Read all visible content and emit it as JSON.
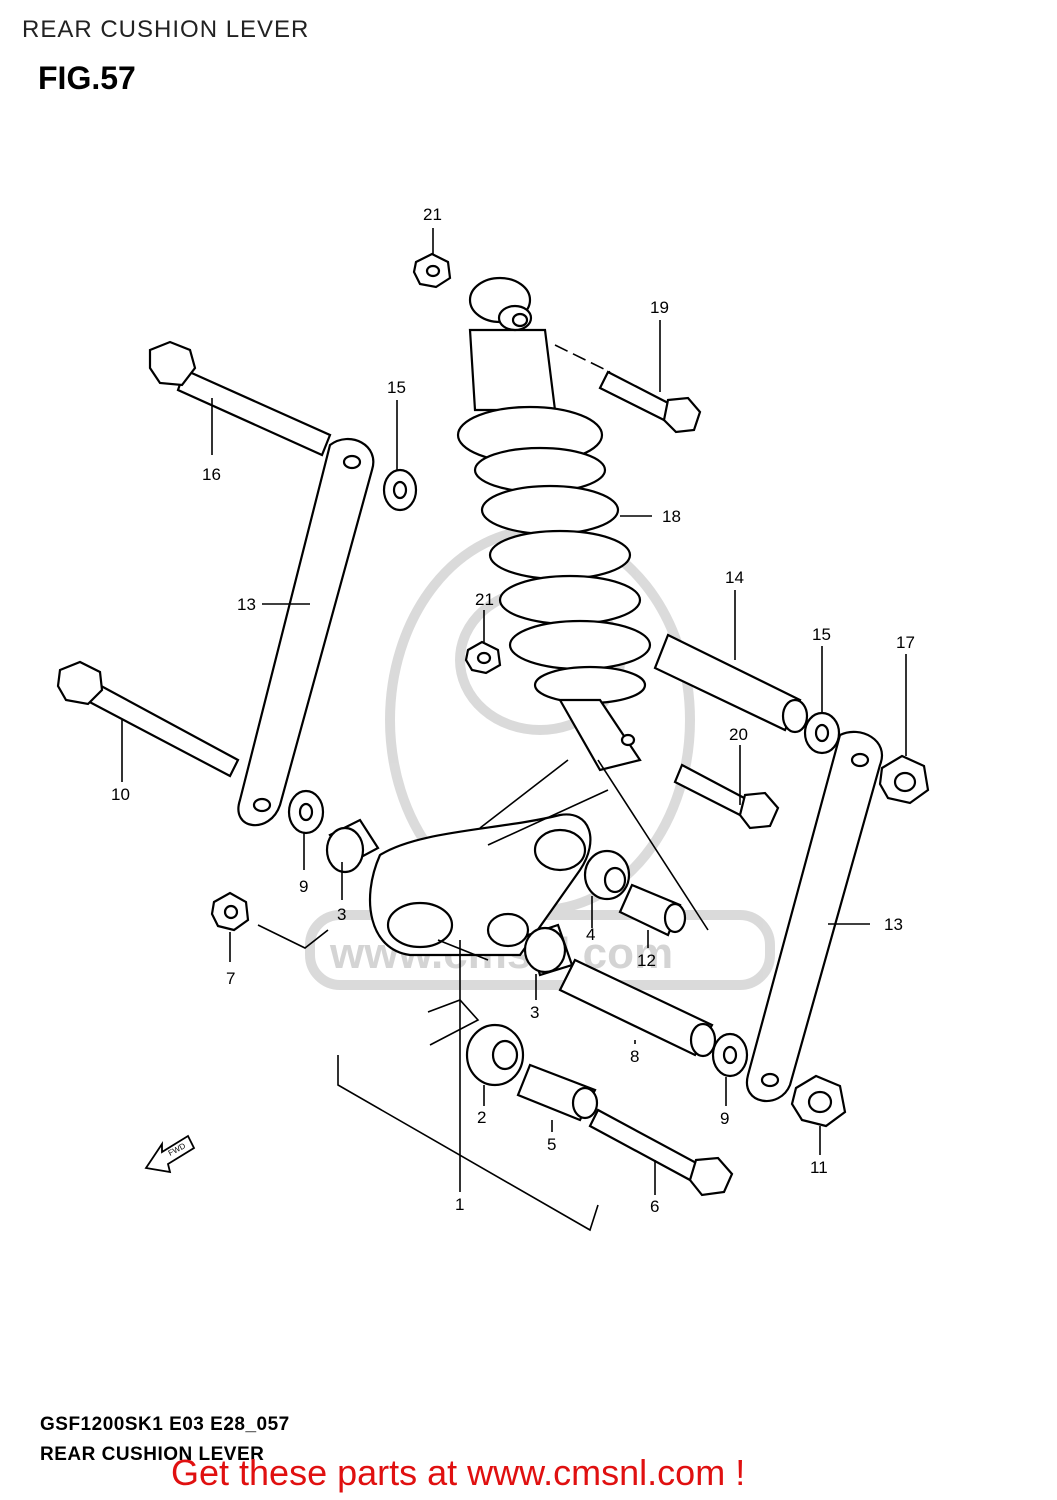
{
  "header": {
    "section_title": "REAR CUSHION LEVER",
    "figure_label": "FIG.57"
  },
  "diagram": {
    "callouts": [
      {
        "id": "c1",
        "label": "1"
      },
      {
        "id": "c2",
        "label": "2"
      },
      {
        "id": "c3a",
        "label": "3"
      },
      {
        "id": "c3b",
        "label": "3"
      },
      {
        "id": "c4",
        "label": "4"
      },
      {
        "id": "c5",
        "label": "5"
      },
      {
        "id": "c6",
        "label": "6"
      },
      {
        "id": "c7",
        "label": "7"
      },
      {
        "id": "c8",
        "label": "8"
      },
      {
        "id": "c9a",
        "label": "9"
      },
      {
        "id": "c9b",
        "label": "9"
      },
      {
        "id": "c10",
        "label": "10"
      },
      {
        "id": "c11",
        "label": "11"
      },
      {
        "id": "c12",
        "label": "12"
      },
      {
        "id": "c13a",
        "label": "13"
      },
      {
        "id": "c13b",
        "label": "13"
      },
      {
        "id": "c14",
        "label": "14"
      },
      {
        "id": "c15a",
        "label": "15"
      },
      {
        "id": "c15b",
        "label": "15"
      },
      {
        "id": "c16",
        "label": "16"
      },
      {
        "id": "c17",
        "label": "17"
      },
      {
        "id": "c18",
        "label": "18"
      },
      {
        "id": "c19",
        "label": "19"
      },
      {
        "id": "c20",
        "label": "20"
      },
      {
        "id": "c21a",
        "label": "21"
      },
      {
        "id": "c21b",
        "label": "21"
      }
    ],
    "fwd_arrow_label": "FWD",
    "watermark_text": "www.cmsnl.com"
  },
  "footer": {
    "diagram_code": "GSF1200SK1 E03 E28_057",
    "title": "REAR CUSHION LEVER",
    "promo_text": "Get these parts at www.cmsnl.com !"
  }
}
